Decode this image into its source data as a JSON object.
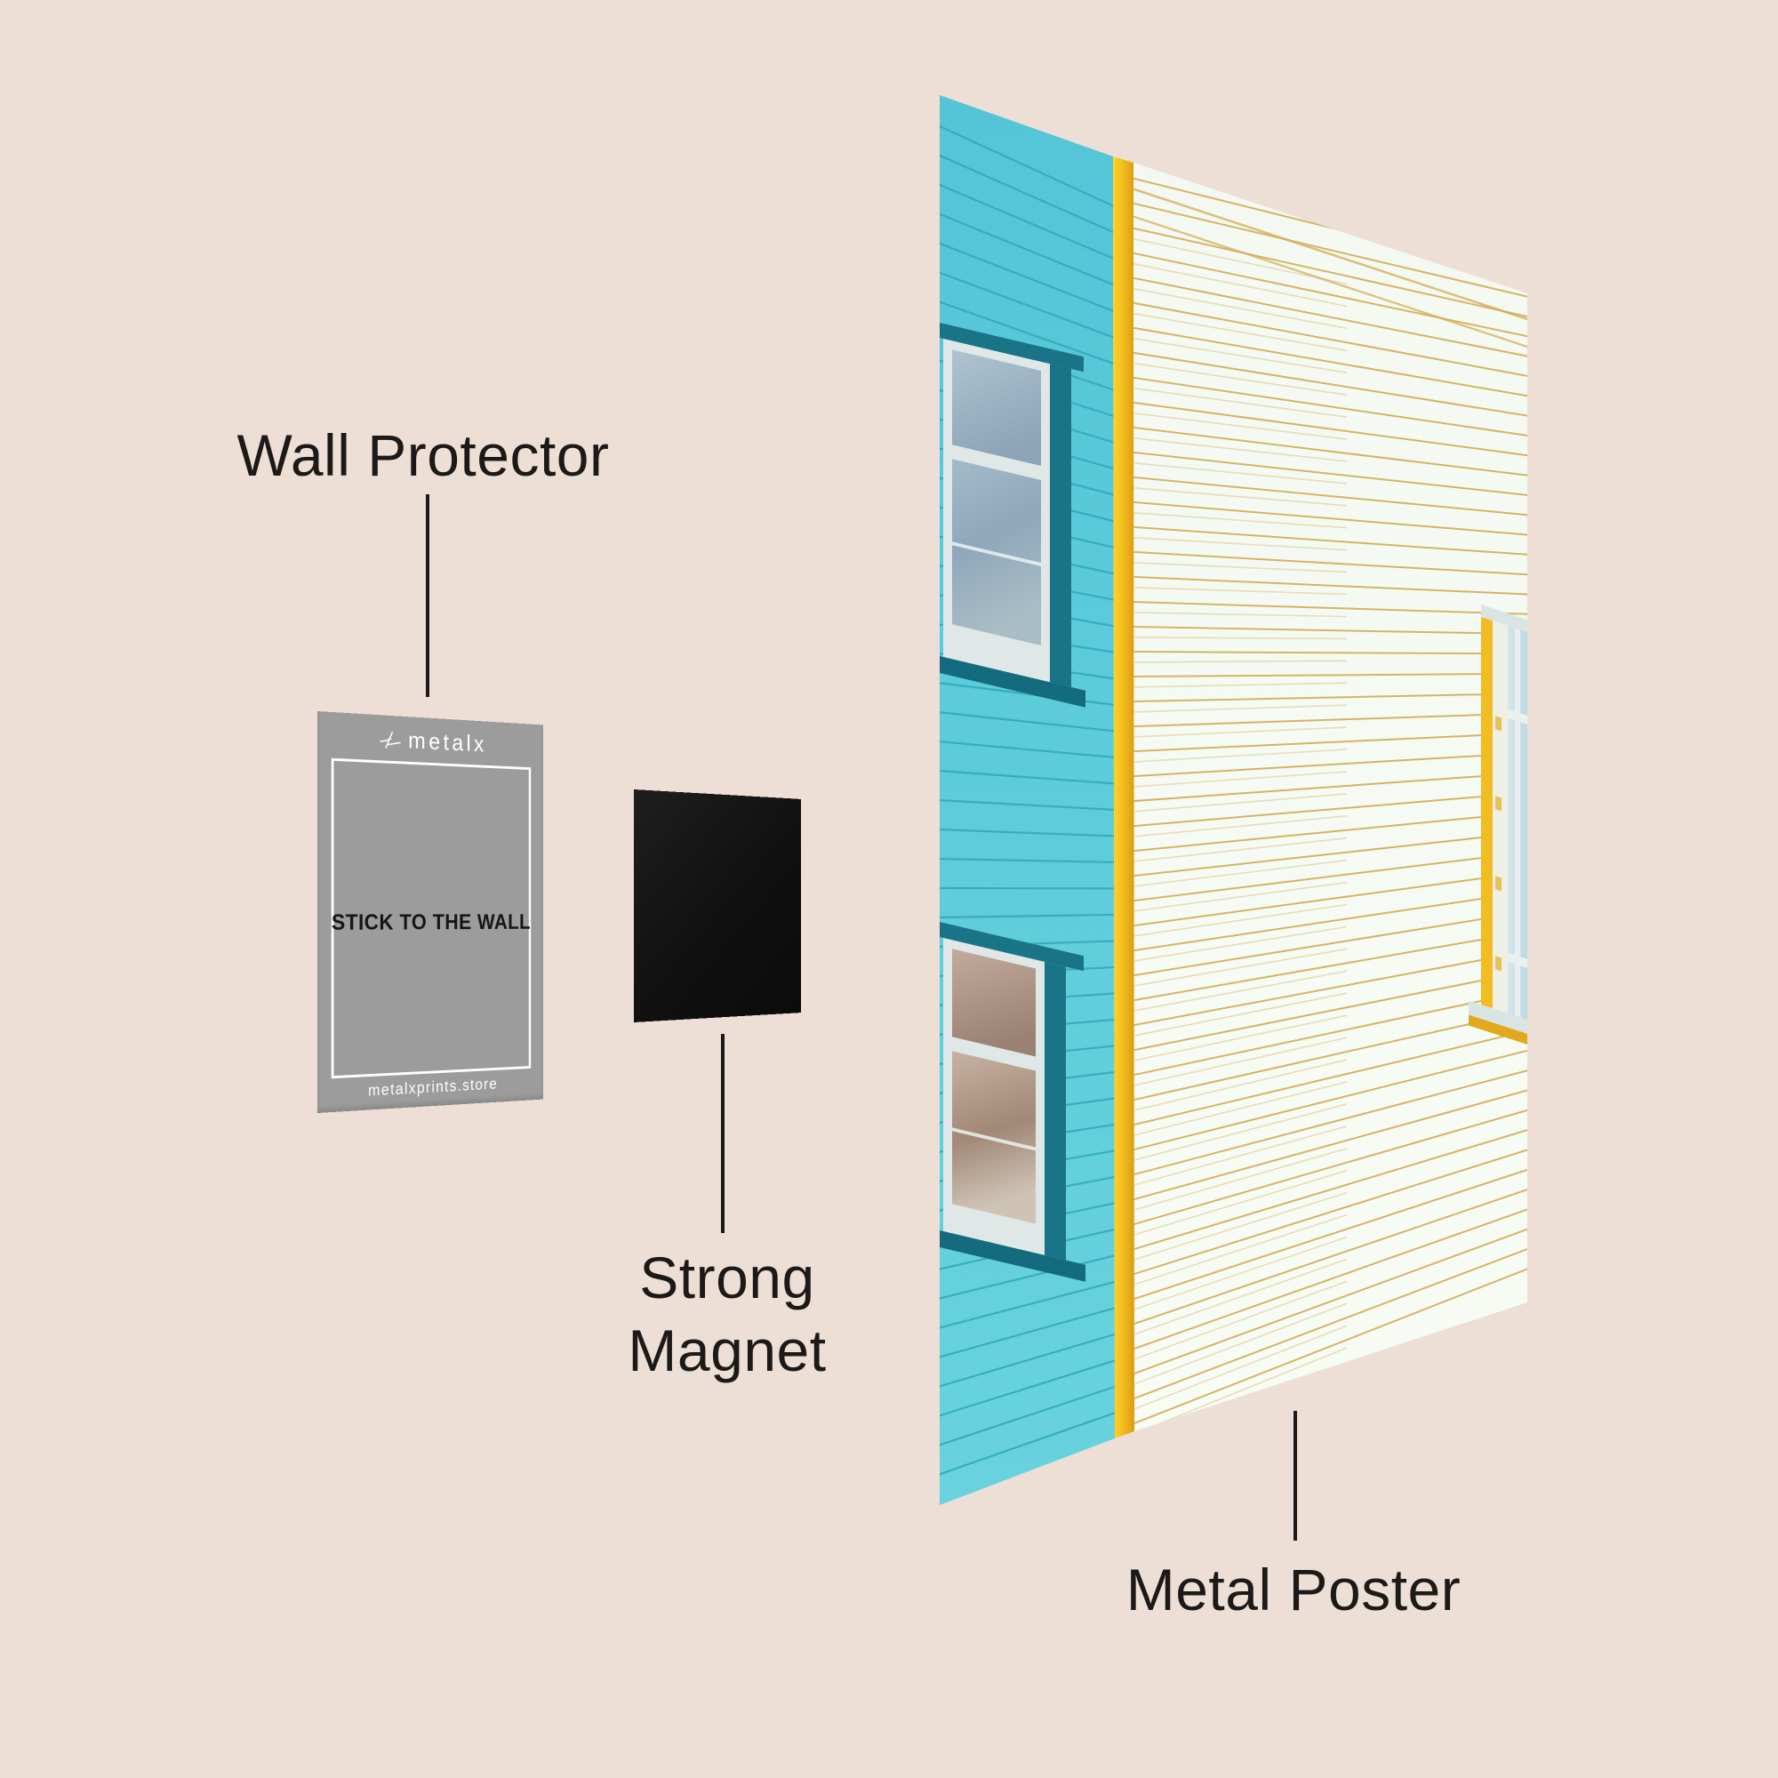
{
  "page": {
    "background": "#EDDFD5",
    "text_color": "#1C1A19"
  },
  "labels": {
    "wall_protector": "Wall Protector",
    "strong_line1": "Strong",
    "strong_line2": "Magnet",
    "metal_poster": "Metal Poster"
  },
  "card": {
    "brand": "metalx",
    "brand_icon": "metalx-logo-icon",
    "center_text": "STICK TO THE WALL",
    "footer_text": "metalxprints.store",
    "color": "#9C9C9C",
    "text_color": "#FFFFFF"
  },
  "magnet": {
    "color": "#141414"
  },
  "poster": {
    "colors": {
      "blue_wall_top": "#53C5D7",
      "blue_wall_bottom": "#68D3DE",
      "blue_line": "#2FA8BA",
      "teal_frame": "#1A7487",
      "teal_sill": "#156B7E",
      "sash_white": "#DFE8E6",
      "yellow_stripe": "#FFD32A",
      "yellow_stripe_dark": "#DB9A14",
      "white_wall_top": "#F3F9F2",
      "white_wall_bottom": "#F7FCF5",
      "white_line": "#D3AC55",
      "glass_cool_a": "#AEC4D1",
      "glass_cool_b": "#8CA3B8",
      "glass_warm_a": "#C3AB9B",
      "glass_warm_b": "#9A8171",
      "right_window_trim": "#F3BC20",
      "right_window_glass_a": "#D3E7ED",
      "right_window_glass_b": "#BAD5E0",
      "right_window_sill_yellow": "#E2A81E"
    }
  }
}
